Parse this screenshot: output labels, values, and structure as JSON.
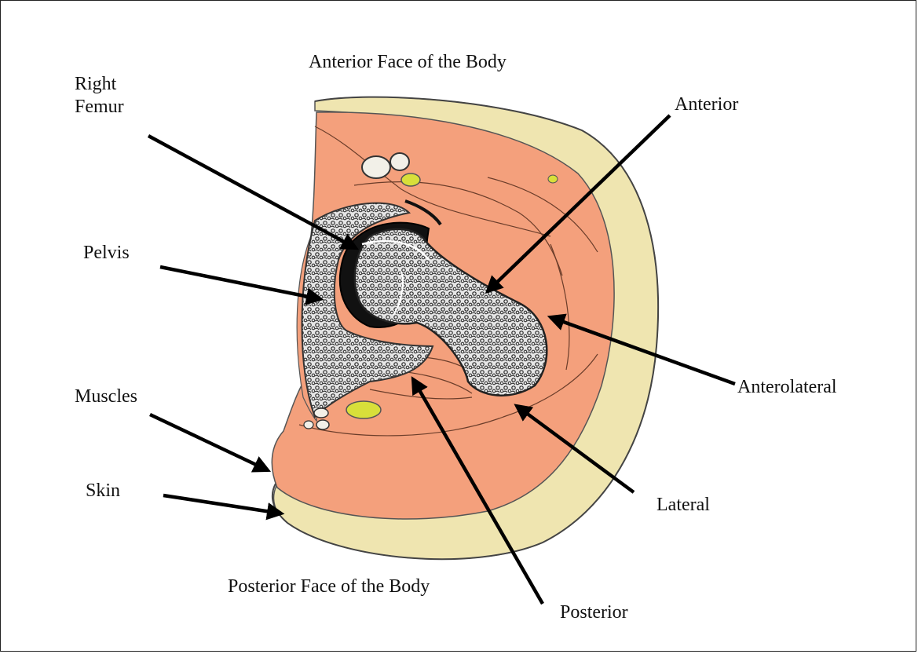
{
  "labels": {
    "anterior_face": "Anterior Face of the Body",
    "posterior_face": "Posterior Face of the Body",
    "right_femur": "Right Femur",
    "anterior": "Anterior",
    "pelvis": "Pelvis",
    "anterolateral": "Anterolateral",
    "muscles": "Muscles",
    "skin": "Skin",
    "lateral": "Lateral",
    "posterior": "Posterior"
  },
  "colors": {
    "skin": "#efe5b0",
    "muscle": "#f4a07c",
    "bone": "#dcdcdc",
    "bone_pattern": "#333333",
    "vessel": "#f2f0e8",
    "nerve": "#d8df3a",
    "arrow": "#000000",
    "outline": "#444444"
  }
}
